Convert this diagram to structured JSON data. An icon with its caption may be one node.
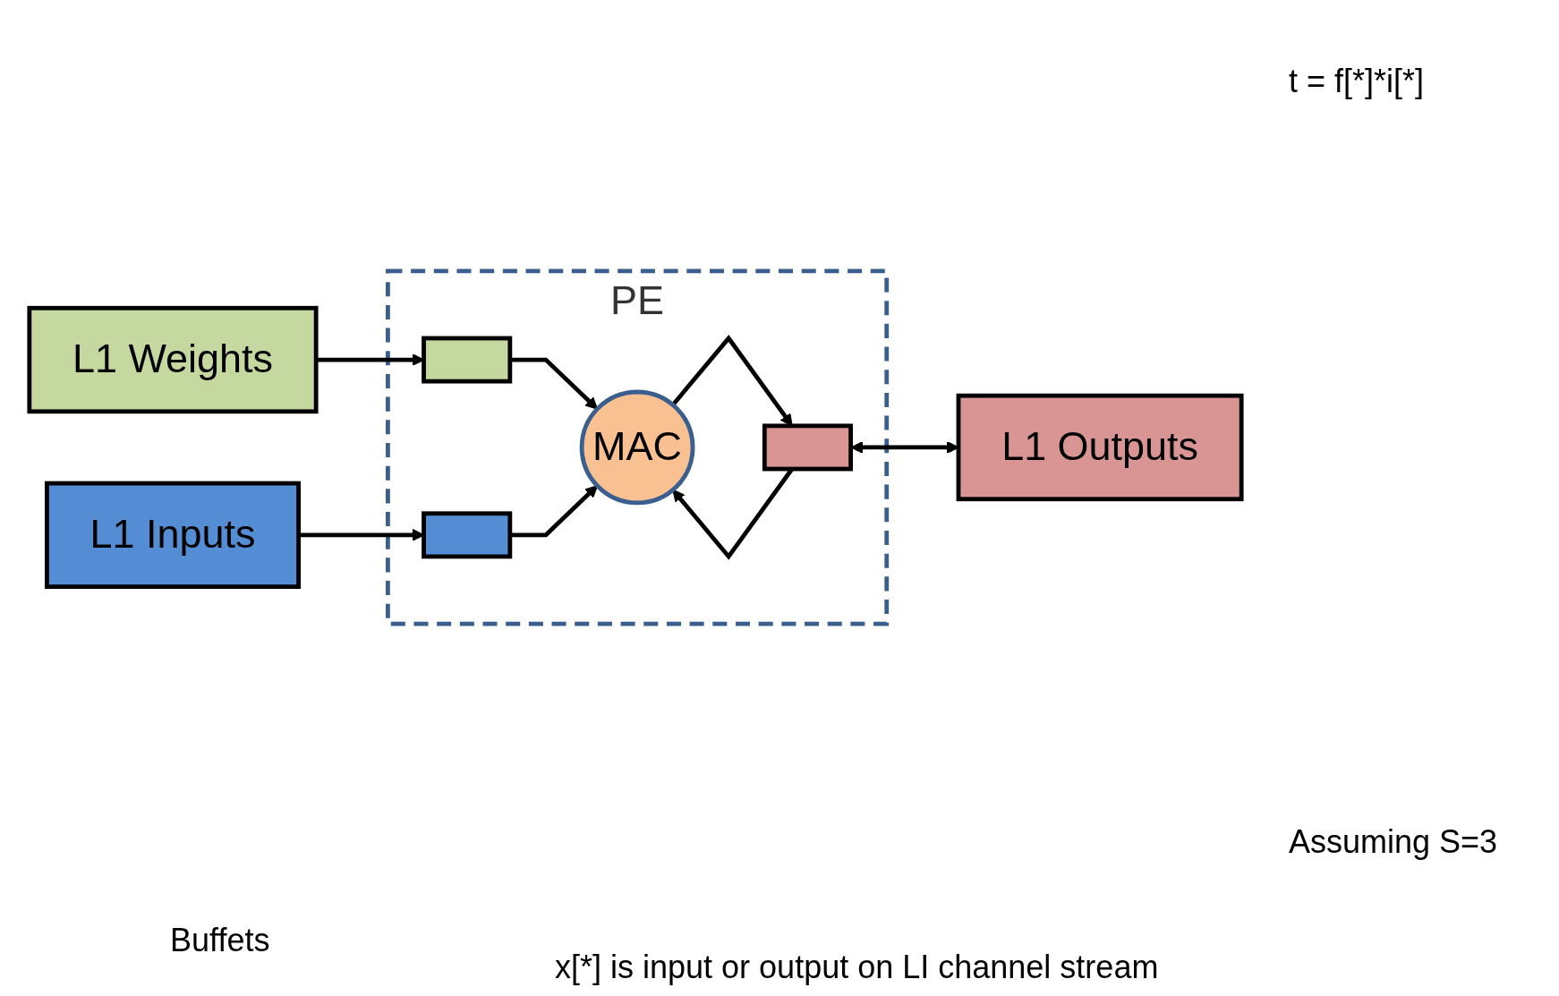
{
  "diagram": {
    "nodes": [
      {
        "text": [
          "L1 Weights"
        ]
      },
      {
        "text": [
          "L1 Inputs"
        ]
      },
      {
        "text": [
          "L1 Outputs"
        ]
      },
      {
        "text": [
          "PE"
        ]
      },
      {
        "text": [],
        "shape": "box",
        "in": 3
      },
      {
        "text": [],
        "shape": "box",
        "in": 3
      },
      {
        "text": [
          "MAC"
        ],
        "in": 3
      },
      {
        "text": [],
        "shape": "box",
        "in": 3
      }
    ],
    "edges": [
      {
        "from": 0,
        "to": 4,
        "arrow": "to"
      },
      {
        "from": 4,
        "to": 6,
        "arrow": "to"
      },
      {
        "from": 1,
        "to": 5,
        "arrow": "to"
      },
      {
        "from": 5,
        "to": 6,
        "arrow": "to"
      },
      {
        "from": 6,
        "to": 7,
        "arrow": "to"
      },
      {
        "from": 7,
        "to": 6,
        "arrow": "to"
      },
      {
        "from": 7,
        "to": 2,
        "arrow": "both"
      }
    ],
    "labels": [
      "t = f[*]*i[*]",
      "Assuming S=3",
      "Buffets",
      "x[*] is input or output on LI channel stream"
    ]
  }
}
